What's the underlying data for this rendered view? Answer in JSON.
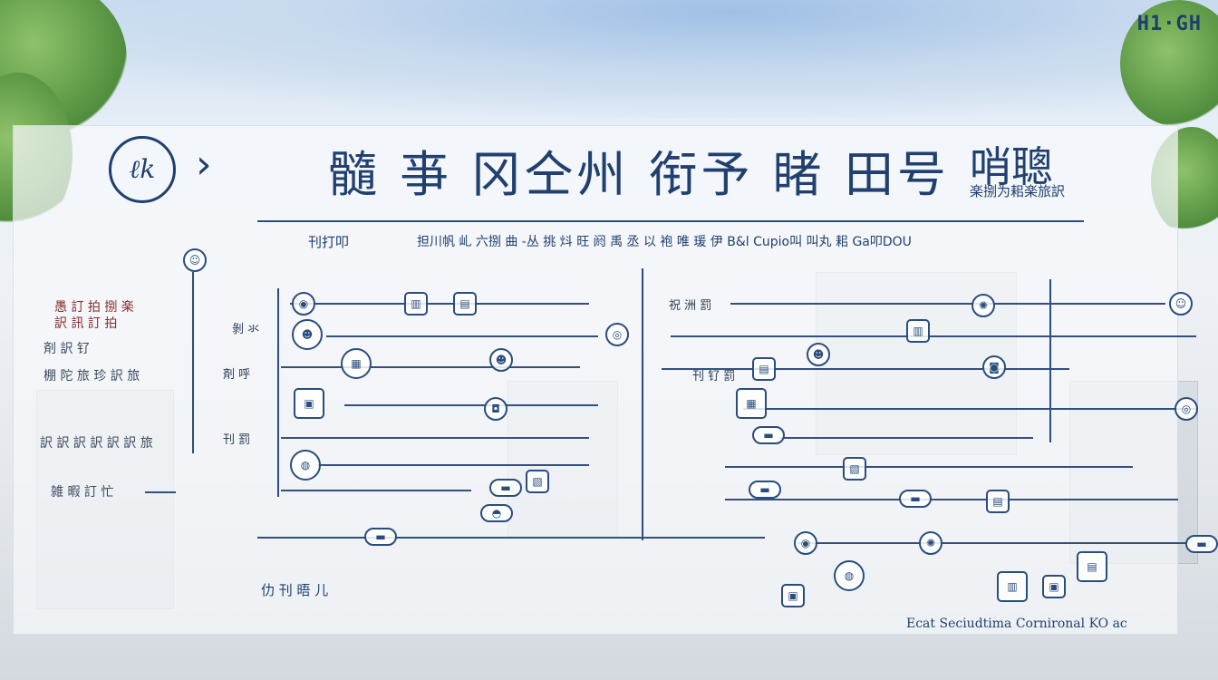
{
  "brand": "H1·GH",
  "logo_text": "ℓk",
  "chevron": "›",
  "title": {
    "main": "髓 亊 冈仝州 衔予 睹 田号",
    "right": "哨聰",
    "right_sub": "楽捌为耜楽旅訳"
  },
  "header_row": {
    "left": "刊打叩",
    "main": "担川帆 乢 六捌 曲 -丛 挑 炓 旺 阏 禹 丞 以 袍 唯 瑗 伊 B&l Cupio叫 叫丸 耜 Ga叩DOU"
  },
  "left_labels": [
    {
      "text": "愚  訂  拍  捌  楽",
      "color": "red"
    },
    {
      "text": "訳  訊  訂  拍",
      "color": "red"
    },
    {
      "text": "剤 訳  钌",
      "color": "dark"
    },
    {
      "text": "棚 陀 旅 珍 訳 旅",
      "color": "dark"
    },
    {
      "text": "訳 訳 訳 訳 訳 訳 旅",
      "color": "dark"
    },
    {
      "text": "雑 暇  訂  忙",
      "color": "dark"
    }
  ],
  "mid_labels": [
    {
      "text": "剝 氺"
    },
    {
      "text": "剤 呼"
    },
    {
      "text": "刊 罰"
    }
  ],
  "right_labels": [
    {
      "text": "祝 洲 罰"
    },
    {
      "text": "刊 钌 罰"
    }
  ],
  "bottom_label": "仂 刊 晤  儿 ",
  "footer_note": "Ecat Seciudtima Cornironal KO ac",
  "icons": [
    "smiley-icon",
    "person-icon",
    "building-icon",
    "calendar-icon",
    "document-icon",
    "bus-icon",
    "briefcase-icon",
    "laptop-icon",
    "book-icon",
    "gear-icon",
    "map-icon",
    "cup-icon"
  ]
}
